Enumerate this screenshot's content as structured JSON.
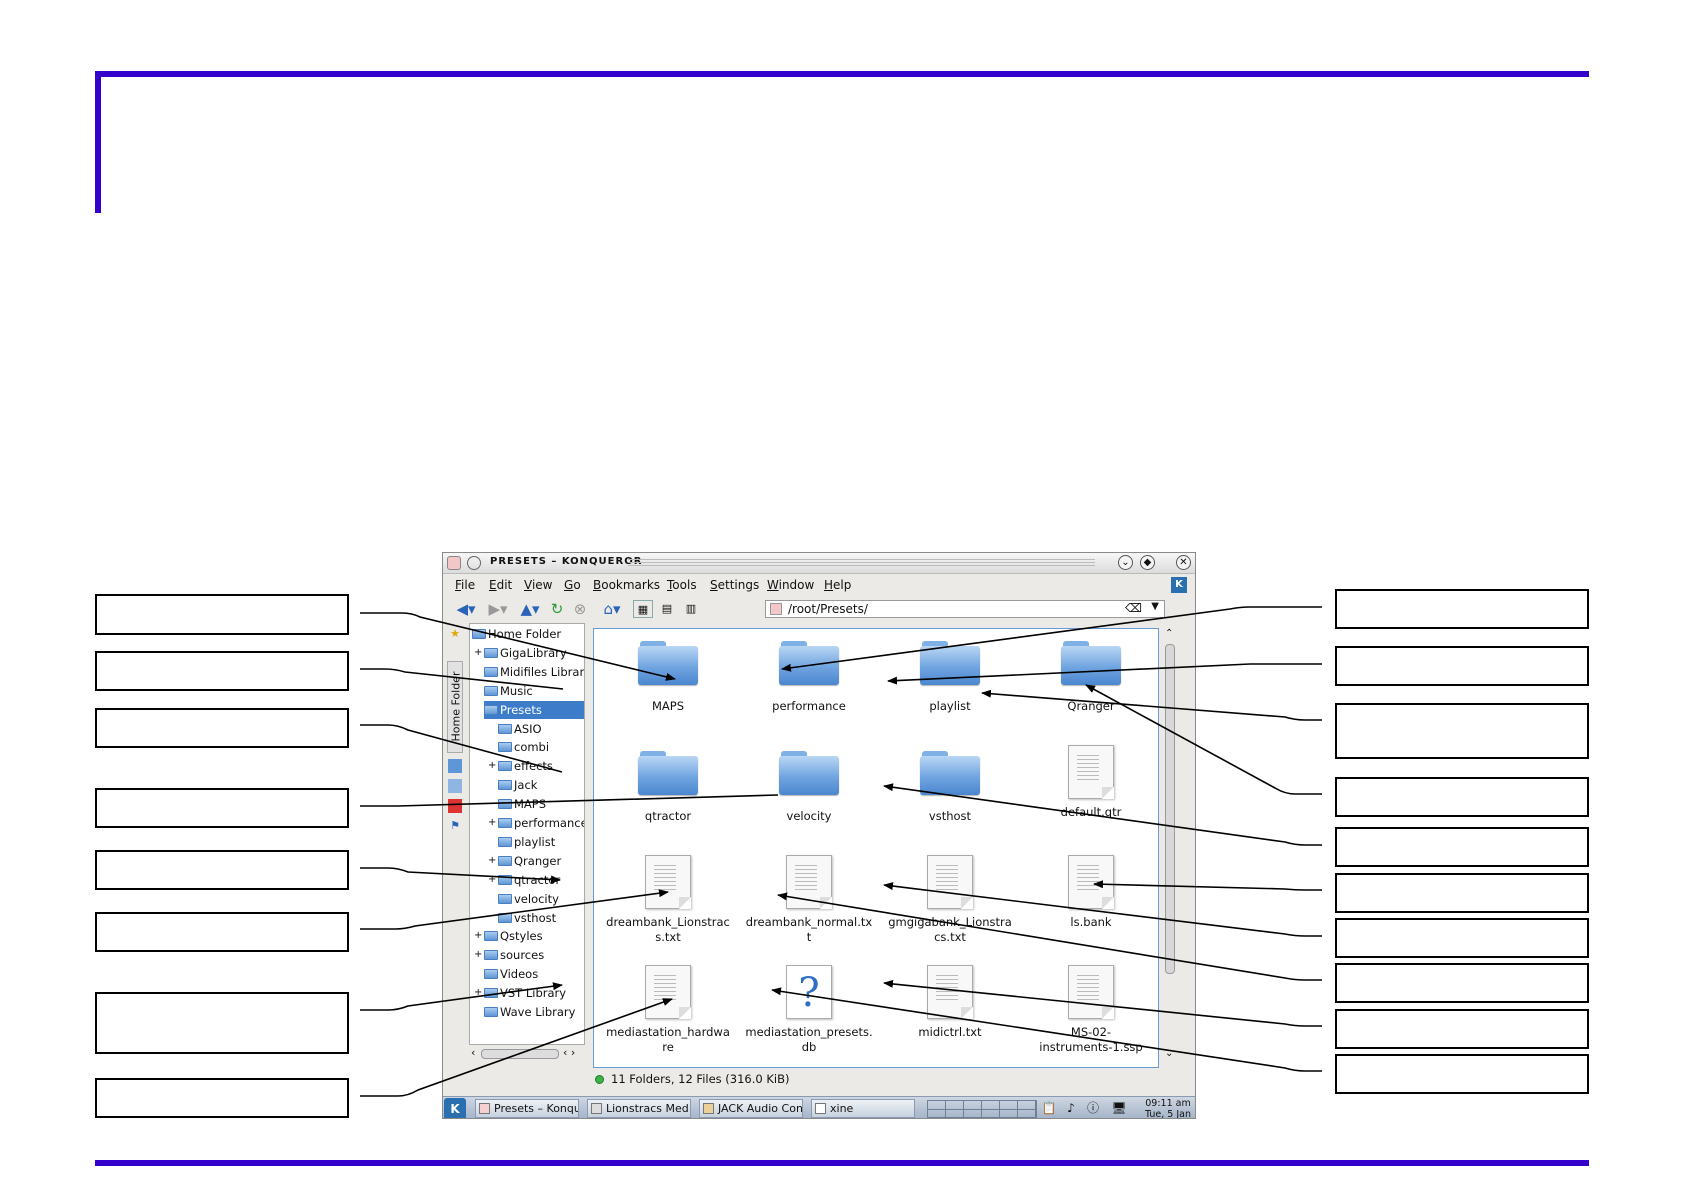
{
  "window": {
    "title": "PRESETS – KONQUEROR",
    "menu": [
      "File",
      "Edit",
      "View",
      "Go",
      "Bookmarks",
      "Tools",
      "Settings",
      "Window",
      "Help"
    ],
    "location": "/root/Presets/",
    "side_tab_label": "Home Folder"
  },
  "tree": [
    {
      "label": "Home Folder",
      "depth": 0,
      "expander": ""
    },
    {
      "label": "GigaLibrary",
      "depth": 1,
      "expander": "+"
    },
    {
      "label": "Midifiles Library",
      "depth": 1,
      "expander": ""
    },
    {
      "label": "Music",
      "depth": 1,
      "expander": ""
    },
    {
      "label": "Presets",
      "depth": 1,
      "expander": "-",
      "selected": true
    },
    {
      "label": "ASIO",
      "depth": 2,
      "expander": ""
    },
    {
      "label": "combi",
      "depth": 2,
      "expander": ""
    },
    {
      "label": "effects",
      "depth": 2,
      "expander": "+"
    },
    {
      "label": "Jack",
      "depth": 2,
      "expander": ""
    },
    {
      "label": "MAPS",
      "depth": 2,
      "expander": ""
    },
    {
      "label": "performance",
      "depth": 2,
      "expander": "+"
    },
    {
      "label": "playlist",
      "depth": 2,
      "expander": ""
    },
    {
      "label": "Qranger",
      "depth": 2,
      "expander": "+"
    },
    {
      "label": "qtractor",
      "depth": 2,
      "expander": "+"
    },
    {
      "label": "velocity",
      "depth": 2,
      "expander": ""
    },
    {
      "label": "vsthost",
      "depth": 2,
      "expander": ""
    },
    {
      "label": "Qstyles",
      "depth": 1,
      "expander": "+"
    },
    {
      "label": "sources",
      "depth": 1,
      "expander": "+"
    },
    {
      "label": "Videos",
      "depth": 1,
      "expander": ""
    },
    {
      "label": "VST Library",
      "depth": 1,
      "expander": "+"
    },
    {
      "label": "Wave Library",
      "depth": 1,
      "expander": ""
    }
  ],
  "files": [
    {
      "lines": [
        "MAPS"
      ],
      "kind": "folder"
    },
    {
      "lines": [
        "performance"
      ],
      "kind": "folder"
    },
    {
      "lines": [
        "playlist"
      ],
      "kind": "folder"
    },
    {
      "lines": [
        "Qranger"
      ],
      "kind": "folder"
    },
    {
      "lines": [
        "qtractor"
      ],
      "kind": "folder"
    },
    {
      "lines": [
        "velocity"
      ],
      "kind": "folder"
    },
    {
      "lines": [
        "vsthost"
      ],
      "kind": "folder"
    },
    {
      "lines": [
        "default.qtr"
      ],
      "kind": "doc"
    },
    {
      "lines": [
        "dreambank_Lionstrac",
        "s.txt"
      ],
      "kind": "doc"
    },
    {
      "lines": [
        "dreambank_normal.tx",
        "t"
      ],
      "kind": "doc"
    },
    {
      "lines": [
        "gmgigabank_Lionstra",
        "cs.txt"
      ],
      "kind": "doc"
    },
    {
      "lines": [
        "ls.bank"
      ],
      "kind": "doc"
    },
    {
      "lines": [
        "mediastation_hardwa",
        "re"
      ],
      "kind": "doc"
    },
    {
      "lines": [
        "mediastation_presets.",
        "db"
      ],
      "kind": "unknown"
    },
    {
      "lines": [
        "midictrl.txt"
      ],
      "kind": "doc"
    },
    {
      "lines": [
        "MS-02-",
        "instruments-1.ssp"
      ],
      "kind": "doc"
    }
  ],
  "status": "11 Folders, 12 Files (316.0 KiB)",
  "taskbar": {
    "tasks": [
      "Presets – Konqu",
      "Lionstracs Med",
      "JACK Audio Con",
      "xine"
    ],
    "clock_time": "09:11 am",
    "clock_date": "Tue, 5 Jan"
  },
  "colors": {
    "accent": "#3300cc",
    "selection": "#3d7cc9",
    "folder": "#6fa4e0"
  }
}
